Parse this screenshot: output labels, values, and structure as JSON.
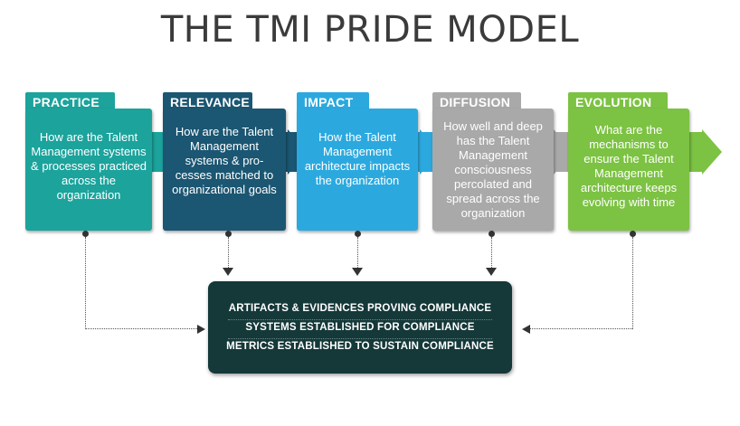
{
  "title": "THE TMI PRIDE MODEL",
  "colors": {
    "practice": "#1ba39c",
    "relevance": "#1b5672",
    "impact": "#2ba9df",
    "diffusion": "#a9a9a9",
    "evolution": "#7cc243",
    "compliance_box": "#153839"
  },
  "stages": [
    {
      "label": "PRACTICE",
      "text": "How are the Talent Management systems & processes practiced across the organization"
    },
    {
      "label": "RELEVANCE",
      "text": "How are the Talent Management systems & pro-cesses matched to organizational goals"
    },
    {
      "label": "IMPACT",
      "text": "How the Talent Management architecture impacts the organization"
    },
    {
      "label": "DIFFUSION",
      "text": "How well and deep has the Talent Management consciousness percolated and spread across the organization"
    },
    {
      "label": "EVOLUTION",
      "text": "What are the mechanisms to ensure the Talent Management architecture keeps evolving with time"
    }
  ],
  "compliance": [
    "ARTIFACTS & EVIDENCES PROVING COMPLIANCE",
    "SYSTEMS ESTABLISHED FOR COMPLIANCE",
    "METRICS ESTABLISHED TO SUSTAIN COMPLIANCE"
  ]
}
